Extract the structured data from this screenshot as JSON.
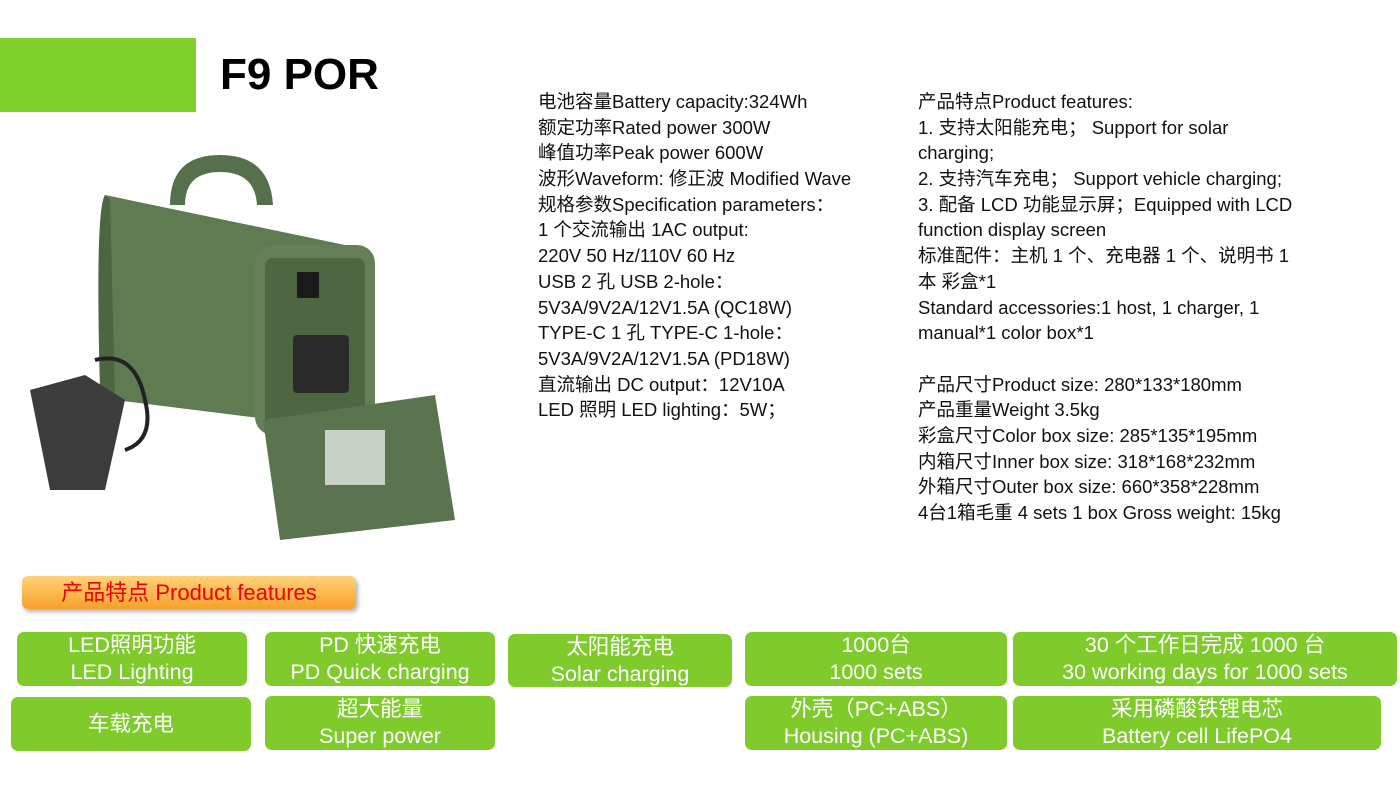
{
  "title": "F9 POR",
  "colors": {
    "accent_green": "#7ed12a",
    "feature_green": "#7ecb2b",
    "banner_text": "#f00000"
  },
  "specs_left": [
    "电池容量Battery capacity:324Wh",
    "额定功率Rated power 300W",
    "峰值功率Peak power 600W",
    "波形Waveform: 修正波 Modified Wave",
    "规格参数Specification parameters：",
    "1 个交流输出 1AC output:",
    "220V 50 Hz/110V 60 Hz",
    "USB 2 孔 USB 2-hole：",
    "5V3A/9V2A/12V1.5A (QC18W)",
    "TYPE-C 1 孔 TYPE-C 1-hole：",
    "5V3A/9V2A/12V1.5A (PD18W)",
    "直流输出 DC output：12V10A",
    "LED 照明 LED lighting：5W；"
  ],
  "specs_right": [
    "产品特点Product features:",
    "1. 支持太阳能充电； Support for solar",
    "charging;",
    "2. 支持汽车充电； Support vehicle charging;",
    "3. 配备 LCD 功能显示屏；Equipped with LCD",
    "function display screen",
    "标准配件：主机 1 个、充电器 1 个、说明书 1",
    "本 彩盒*1",
    "Standard accessories:1 host, 1 charger, 1",
    "manual*1 color box*1",
    "",
    "产品尺寸Product size: 280*133*180mm",
    "产品重量Weight 3.5kg",
    "彩盒尺寸Color box size: 285*135*195mm",
    "内箱尺寸Inner box size: 318*168*232mm",
    "外箱尺寸Outer box size: 660*358*228mm",
    "4台1箱毛重 4 sets 1 box Gross weight: 15kg"
  ],
  "features_banner": "产品特点 Product features",
  "features": [
    {
      "cn": "LED照明功能",
      "en": "LED Lighting"
    },
    {
      "cn": "PD 快速充电",
      "en": "PD Quick charging"
    },
    {
      "cn": "太阳能充电",
      "en": "Solar charging"
    },
    {
      "cn": "1000台",
      "en": "1000 sets"
    },
    {
      "cn": "30 个工作日完成 1000 台",
      "en": "30 working days for 1000 sets"
    },
    {
      "cn": "车载充电",
      "en": ""
    },
    {
      "cn": "超大能量",
      "en": "Super power"
    },
    {
      "cn": "外壳（PC+ABS）",
      "en": "Housing (PC+ABS)"
    },
    {
      "cn": "采用磷酸铁锂电芯",
      "en": "Battery cell LifePO4"
    }
  ]
}
